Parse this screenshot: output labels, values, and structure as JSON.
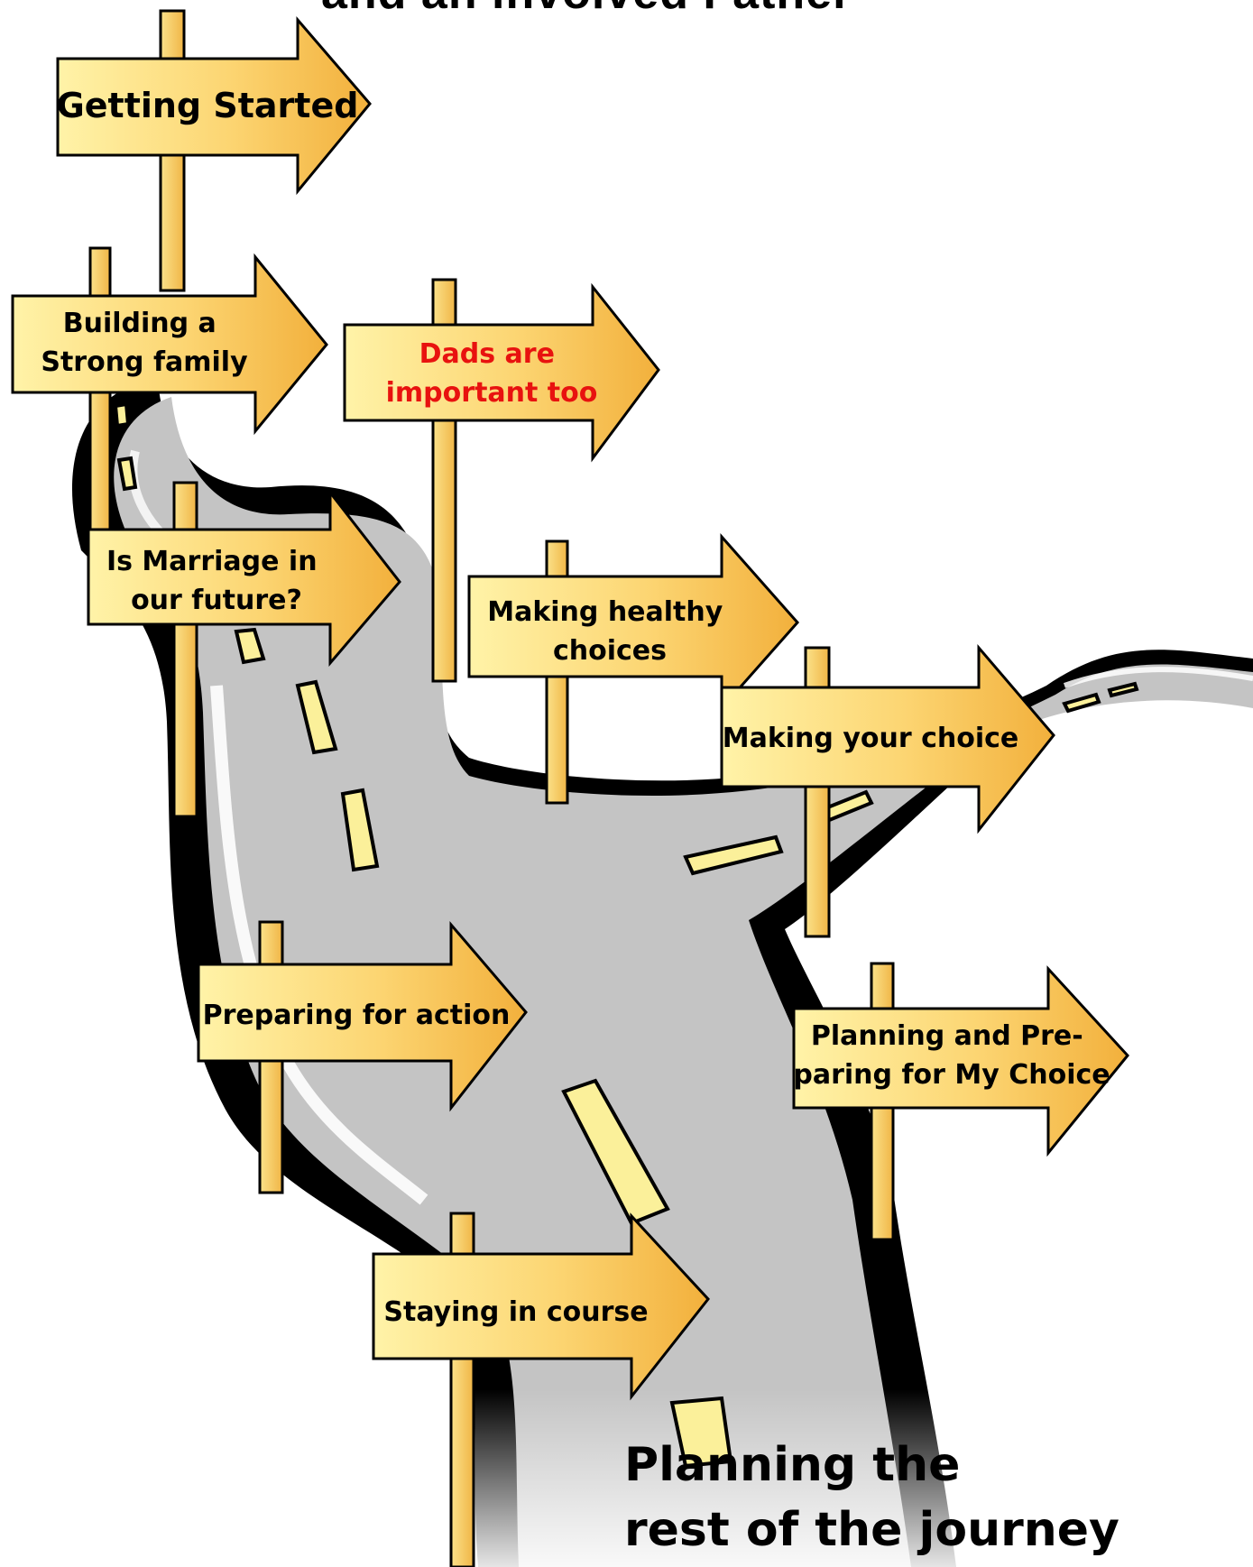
{
  "title_partial": "and an involved Father",
  "signs": [
    {
      "id": "getting-started",
      "lines": [
        "Getting Started"
      ],
      "color": "#000000"
    },
    {
      "id": "building-family",
      "lines": [
        "Building a",
        "Strong family"
      ],
      "color": "#000000"
    },
    {
      "id": "dads-important",
      "lines": [
        "Dads are",
        "important too"
      ],
      "color": "#e8120f"
    },
    {
      "id": "marriage-future",
      "lines": [
        "Is Marriage in",
        "our future?"
      ],
      "color": "#000000"
    },
    {
      "id": "healthy-choices",
      "lines": [
        "Making healthy",
        "choices"
      ],
      "color": "#000000"
    },
    {
      "id": "your-choice",
      "lines": [
        "Making your choice"
      ],
      "color": "#000000"
    },
    {
      "id": "preparing-action",
      "lines": [
        "Preparing for action"
      ],
      "color": "#000000"
    },
    {
      "id": "planning-choice",
      "lines": [
        "Planning and Pre-",
        "paring for My Choice"
      ],
      "color": "#000000"
    },
    {
      "id": "staying-course",
      "lines": [
        "Staying in course"
      ],
      "color": "#000000"
    }
  ],
  "caption": {
    "line1": "Planning the",
    "line2": "rest of the journey"
  },
  "colors": {
    "sign_light": "#fff3a8",
    "sign_dark": "#f2b03c",
    "road": "#c4c4c4",
    "stripe": "#fbf09a",
    "edge": "#000000"
  }
}
